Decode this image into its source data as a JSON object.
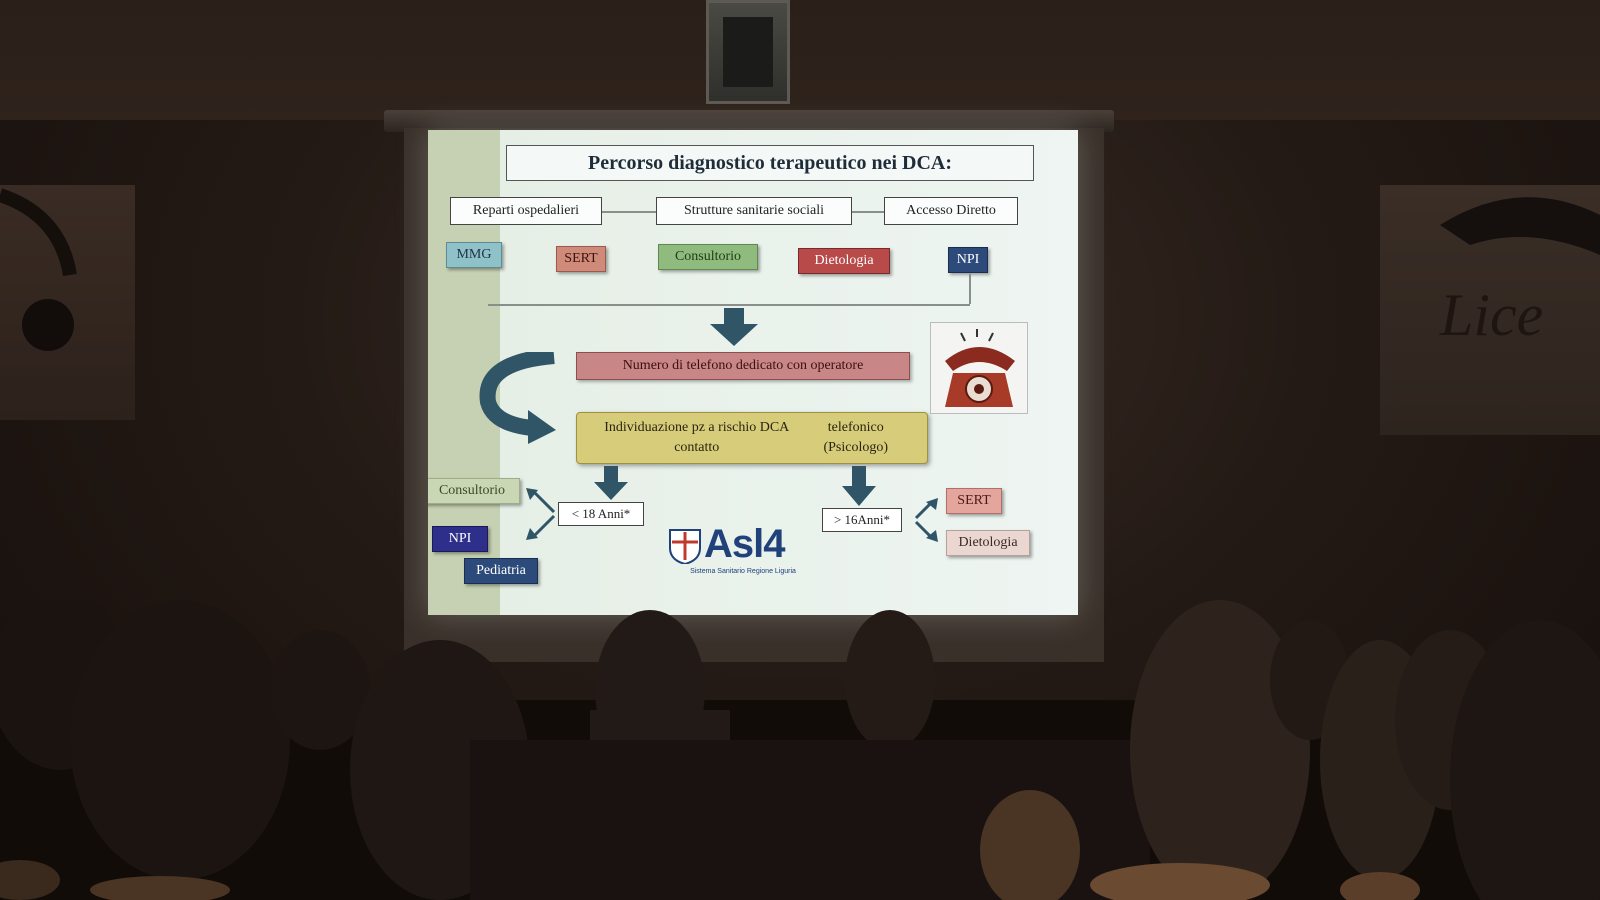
{
  "slide": {
    "title": "Percorso diagnostico terapeutico nei DCA:",
    "sources": [
      "Reparti ospedalieri",
      "Strutture sanitarie sociali",
      "Accesso Diretto"
    ],
    "services": [
      {
        "label": "MMG",
        "color": "#8fc1c9"
      },
      {
        "label": "SERT",
        "color": "#d08a7a"
      },
      {
        "label": "Consultorio",
        "color": "#8fbc7e"
      },
      {
        "label": "Dietologia",
        "color": "#b84a4a"
      },
      {
        "label": "NPI",
        "color": "#2d4b7a"
      }
    ],
    "phone_step": "Numero di telefono dedicato con operatore",
    "risk_step_line1": "Individuazione pz a rischio DCA contatto",
    "risk_step_line2": "telefonico (Psicologo)",
    "left_branch": {
      "age_label": "< 18 Anni*",
      "targets": [
        "Consultorio",
        "NPI",
        "Pediatria"
      ]
    },
    "right_branch": {
      "age_label": "> 16Anni*",
      "targets": [
        "SERT",
        "Dietologia"
      ]
    },
    "logo": {
      "name": "Asl4",
      "subtitle": "Sistema Sanitario Regione Liguria"
    },
    "colors": {
      "arrow": "#2f5566",
      "phone_box": "#c98686",
      "risk_box": "#d7cc7a"
    }
  }
}
